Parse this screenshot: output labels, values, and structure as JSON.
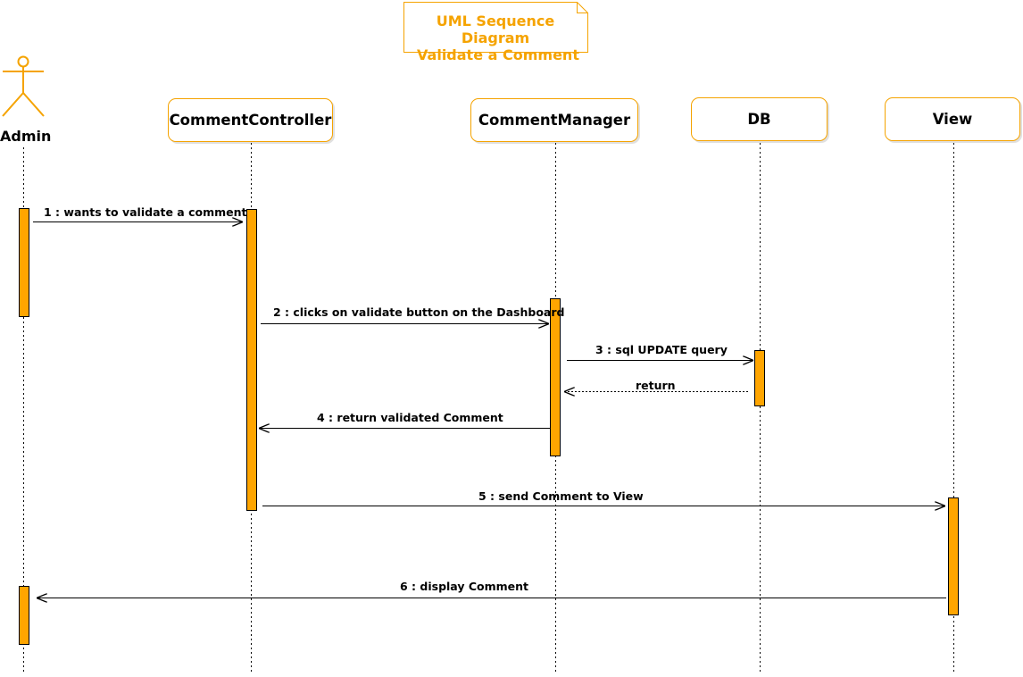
{
  "diagram": {
    "note": {
      "line1": "UML Sequence Diagram",
      "line2": "Validate a Comment"
    },
    "actor": {
      "label": "Admin"
    },
    "participants": [
      "CommentController",
      "CommentManager",
      "DB",
      "View"
    ],
    "messages": [
      {
        "text": "1  : wants to validate a comment",
        "kind": "call"
      },
      {
        "text": "2 : clicks on validate button on the Dashboard",
        "kind": "call"
      },
      {
        "text": "3 : sql UPDATE query",
        "kind": "call"
      },
      {
        "text": "return",
        "kind": "return"
      },
      {
        "text": "4 : return validated Comment",
        "kind": "call"
      },
      {
        "text": "5 : send Comment to View",
        "kind": "call"
      },
      {
        "text": "6 : display Comment",
        "kind": "call"
      }
    ],
    "colors": {
      "accent": "#f5a300",
      "activation": "#ffa500",
      "line": "#000000"
    }
  }
}
